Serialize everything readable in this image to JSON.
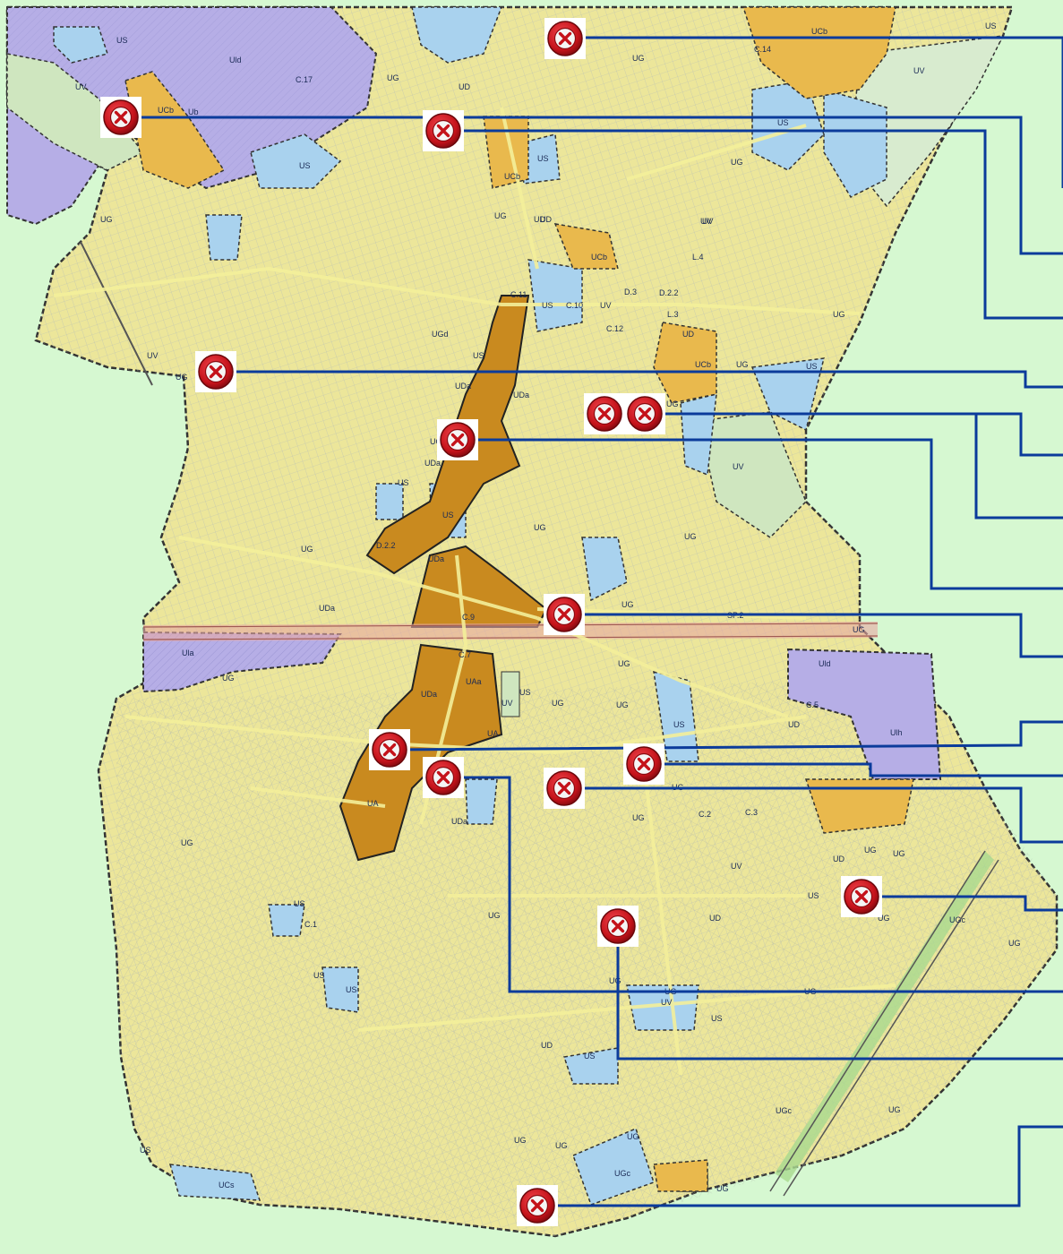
{
  "colors": {
    "frame": "#d6f8d1",
    "base_area": "#ece69a",
    "street_grid": "#b9bfb6",
    "road": "#f4ef9a",
    "zone_blue": "#a9d2ee",
    "zone_purple": "#b6aee6",
    "zone_orange": "#e9b94d",
    "zone_brown": "#c98a1f",
    "zone_green": "#cfe6bf",
    "railway": "#e7a9a3",
    "boundary": "#333333",
    "leader_line": "#0b3b9b",
    "marker_red": "#c4121a"
  },
  "icons": {
    "marker": "circle-x-icon"
  },
  "zone_labels": [
    "US",
    "UCb",
    "C.14",
    "UV",
    "Uld",
    "C.17",
    "UV",
    "UCb",
    "Ub",
    "UG",
    "US",
    "UD",
    "UCb",
    "US",
    "UD",
    "UG",
    "US",
    "UG",
    "UV",
    "UD",
    "UG",
    "US",
    "UCb",
    "UV",
    "L.4",
    "D.2.2",
    "C.11",
    "C.10",
    "D.3",
    "US",
    "UG",
    "UG",
    "UGd",
    "C.12",
    "UV",
    "L.3",
    "UD",
    "UCb",
    "UG",
    "US",
    "UV",
    "UG",
    "US",
    "UDa",
    "UDa",
    "UG",
    "UV",
    "UGb",
    "UDa",
    "US",
    "UG",
    "US",
    "UG",
    "UG",
    "D.2.2",
    "UDa",
    "UDa",
    "UG",
    "C.9",
    "UG",
    "SP.2",
    "Ula",
    "UG",
    "C.7",
    "UAa",
    "UG",
    "UDa",
    "US",
    "UV",
    "UG",
    "UG",
    "Uld",
    "C.5",
    "UD",
    "Ulh",
    "UA",
    "US",
    "UA",
    "UG",
    "C.2",
    "C.3",
    "UG",
    "UDa",
    "UV",
    "UD",
    "UG",
    "UD",
    "UG",
    "US",
    "UG",
    "US",
    "UG",
    "UGc",
    "UG",
    "UG",
    "C.1",
    "US",
    "UG",
    "UG",
    "US",
    "UV",
    "US",
    "UG",
    "US",
    "UD",
    "UGc",
    "UG",
    "UG",
    "UG",
    "UG",
    "US",
    "UGc",
    "UCs",
    "UG"
  ],
  "markers": [
    {
      "id": "marker-1"
    },
    {
      "id": "marker-2"
    },
    {
      "id": "marker-3"
    },
    {
      "id": "marker-4"
    },
    {
      "id": "marker-5"
    },
    {
      "id": "marker-6"
    },
    {
      "id": "marker-7"
    },
    {
      "id": "marker-8"
    },
    {
      "id": "marker-9"
    },
    {
      "id": "marker-10"
    },
    {
      "id": "marker-11"
    },
    {
      "id": "marker-12"
    },
    {
      "id": "marker-13"
    },
    {
      "id": "marker-14"
    },
    {
      "id": "marker-15"
    },
    {
      "id": "marker-16"
    }
  ]
}
